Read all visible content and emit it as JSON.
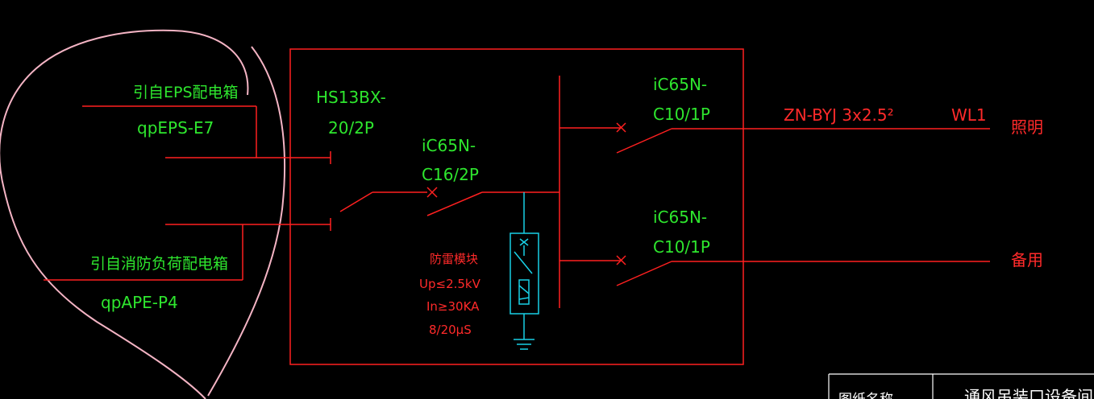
{
  "sources": {
    "eps_from": "引自EPS配电箱",
    "eps_id": "qpEPS-E7",
    "fire_from": "引自消防负荷配电箱",
    "fire_id": "qpAPE-P4"
  },
  "main_switch": {
    "model_line1": "HS13BX-",
    "model_line2": "20/2P"
  },
  "main_breaker": {
    "model_line1": "iC65N-",
    "model_line2": "C16/2P"
  },
  "surge_protector": {
    "title": "防雷模块",
    "up": "Up≤2.5kV",
    "in": "In≥30KA",
    "wave": "8/20μS"
  },
  "branch1": {
    "breaker_line1": "iC65N-",
    "breaker_line2": "C10/1P",
    "cable": "ZN-BYJ 3x2.5²",
    "circuit": "WL1",
    "use": "照明"
  },
  "branch2": {
    "breaker_line1": "iC65N-",
    "breaker_line2": "C10/1P",
    "use": "备用"
  },
  "title_block": {
    "label": "图纸名称",
    "value": "通风吊装口设备间"
  },
  "colors": {
    "wire": "#ff2020",
    "text_green": "#2ee62e",
    "spd": "#19d0e6",
    "markup": "#f4b4c4"
  }
}
